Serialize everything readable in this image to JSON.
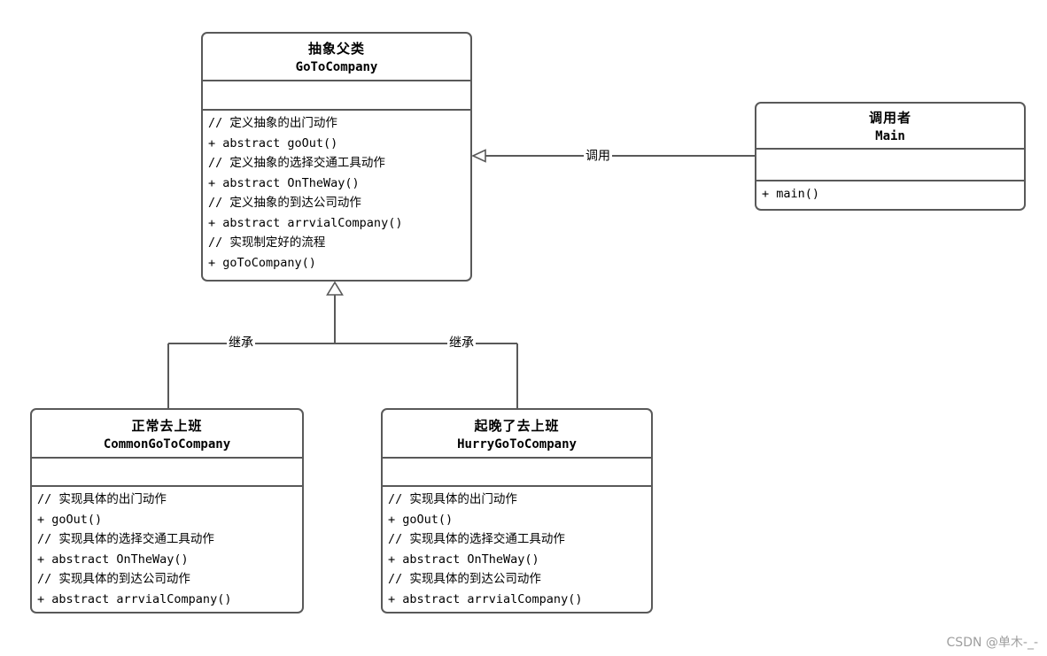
{
  "colors": {
    "line": "#595959",
    "text": "#000000",
    "watermark": "#9e9e9e",
    "background": "#ffffff"
  },
  "classes": [
    {
      "title": "抽象父类",
      "name": "GoToCompany",
      "methods": [
        "// 定义抽象的出门动作",
        "+ abstract goOut()",
        "// 定义抽象的选择交通工具动作",
        "+ abstract OnTheWay()",
        "// 定义抽象的到达公司动作",
        "+ abstract arrvialCompany()",
        "// 实现制定好的流程",
        "+ goToCompany()"
      ]
    },
    {
      "title": "调用者",
      "name": "Main",
      "methods": [
        "+ main()"
      ]
    },
    {
      "title": "正常去上班",
      "name": "CommonGoToCompany",
      "methods": [
        "// 实现具体的出门动作",
        "+ goOut()",
        "// 实现具体的选择交通工具动作",
        "+ abstract OnTheWay()",
        "// 实现具体的到达公司动作",
        "+ abstract arrvialCompany()"
      ]
    },
    {
      "title": "起晚了去上班",
      "name": "HurryGoToCompany",
      "methods": [
        "// 实现具体的出门动作",
        "+ goOut()",
        "// 实现具体的选择交通工具动作",
        "+ abstract OnTheWay()",
        "// 实现具体的到达公司动作",
        "+ abstract arrvialCompany()"
      ]
    }
  ],
  "connectors": {
    "call": {
      "label": "调用"
    },
    "inherit_left": {
      "label": "继承"
    },
    "inherit_right": {
      "label": "继承"
    }
  },
  "watermark": "CSDN @单木-_-"
}
